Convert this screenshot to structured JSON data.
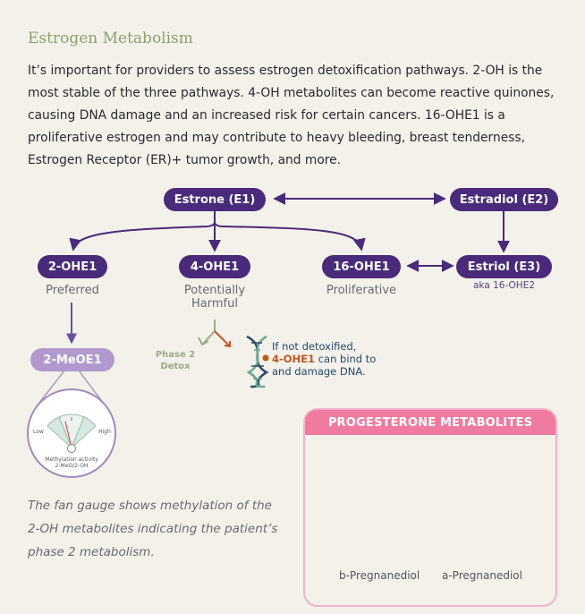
{
  "title": "Estrogen Metabolism",
  "intro": "It’s important for providers to assess estrogen detoxification pathways. 2-OH is the most stable of the three pathways. 4-OH metabolites can become reactive quinones, causing DNA damage and an increased risk for certain cancers. 16-OHE1 is a proliferative estrogen and may contribute to heavy bleeding, breast tenderness, Estrogen Receptor (ER)+ tumor growth, and more.",
  "nodes": {
    "e1": "Estrone (E1)",
    "e2": "Estradiol (E2)",
    "ohe2": "2-OHE1",
    "ohe4": "4-OHE1",
    "ohe16": "16-OHE1",
    "e3": "Estriol (E3)",
    "meo": "2-MeOE1"
  },
  "labels": {
    "preferred": "Preferred",
    "potentially": "Potentially",
    "harmful": "Harmful",
    "proliferative": "Proliferative",
    "aka": "aka 16-OHE2",
    "phase2_line1": "Phase 2",
    "phase2_line2": "Detox",
    "bind_line1": "If not detoxified,",
    "bind_hl": "4-OHE1",
    "bind_line2_rest": " can bind to",
    "bind_line3": "and damage DNA."
  },
  "gauge": {
    "low": "Low",
    "high": "High",
    "caption_line1": "Methylation activity",
    "caption_line2": "2-MeO/2-OH",
    "needle_fraction": 0.35
  },
  "caption": "The fan gauge shows methylation of the 2-OH metabolites indicating the patient’s phase 2 metabolism.",
  "progesterone": {
    "title": "PROGESTERONE METABOLITES",
    "left": "b-Pregnanediol",
    "right": "a-Pregnanediol"
  },
  "colors": {
    "purple": "#4a2a7a",
    "light_purple": "#b199cf",
    "title_green": "#8aa16e",
    "pink": "#f07ba0",
    "orange": "#c4561a"
  }
}
